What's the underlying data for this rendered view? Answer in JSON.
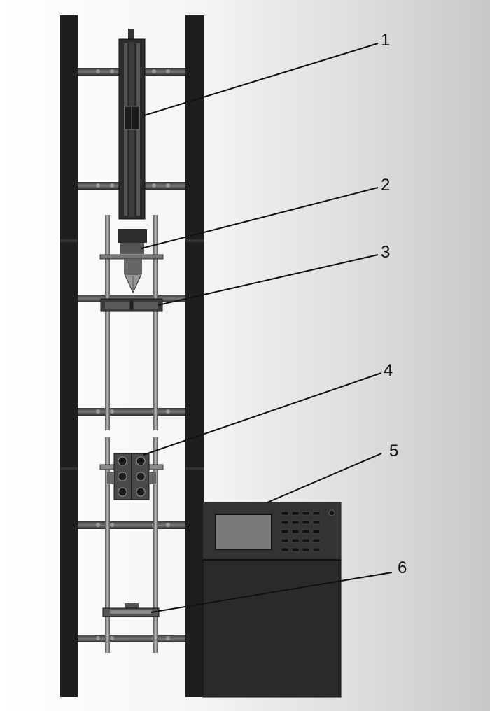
{
  "callouts": [
    {
      "id": "c1",
      "label": "1"
    },
    {
      "id": "c2",
      "label": "2"
    },
    {
      "id": "c3",
      "label": "3"
    },
    {
      "id": "c4",
      "label": "4"
    },
    {
      "id": "c5",
      "label": "5"
    },
    {
      "id": "c6",
      "label": "6"
    }
  ],
  "colors": {
    "frame": "#1e1e1e",
    "rod": "#8c8c8c",
    "cabinet": "#2a2a2a",
    "screen": "#7a7a7a",
    "leader": "#111111"
  }
}
